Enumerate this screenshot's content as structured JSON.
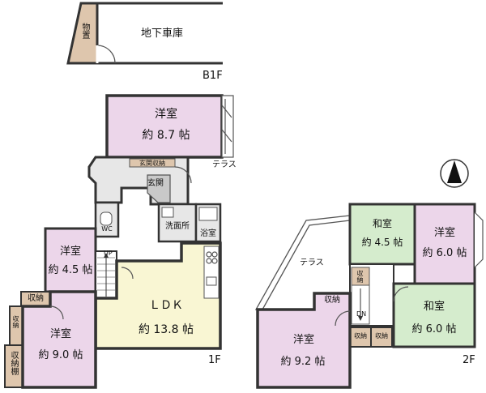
{
  "basement": {
    "storage": "物置",
    "garage": "地下車庫",
    "floor": "B1F"
  },
  "floor1": {
    "floor": "1F",
    "western_top": {
      "name": "洋室",
      "size": "約 8.7 帖"
    },
    "terrace": "テラス",
    "entrance_storage": "玄関収納",
    "entrance": "玄関",
    "wc": "WC",
    "washroom": "洗面所",
    "bath": "浴室",
    "western_small": {
      "name": "洋室",
      "size": "約 4.5 帖"
    },
    "up": "UP",
    "ldk": {
      "name": "ＬＤＫ",
      "size": "約 13.8 帖"
    },
    "storage": "収納",
    "storage_side": "収納",
    "storage_shelf": "収納棚",
    "western_bottom": {
      "name": "洋室",
      "size": "約 9.0 帖"
    }
  },
  "floor2": {
    "floor": "2F",
    "japanese_top": {
      "name": "和室",
      "size": "約 4.5 帖"
    },
    "western_right": {
      "name": "洋室",
      "size": "約 6.0 帖"
    },
    "terrace": "テラス",
    "storage_a": "収納",
    "storage_b": "収納",
    "dn": "DN",
    "japanese_right": {
      "name": "和室",
      "size": "約 6.0 帖"
    },
    "western_bottom": {
      "name": "洋室",
      "size": "約 9.2 帖"
    },
    "storage_c": "収納",
    "storage_d": "収納"
  },
  "colors": {
    "western": "#ecd6ea",
    "japanese": "#d5eccd",
    "storage": "#dec6ad",
    "ldk": "#f9f6d3",
    "hall": "#e7e7e7",
    "wet": "#e7e7e7"
  }
}
